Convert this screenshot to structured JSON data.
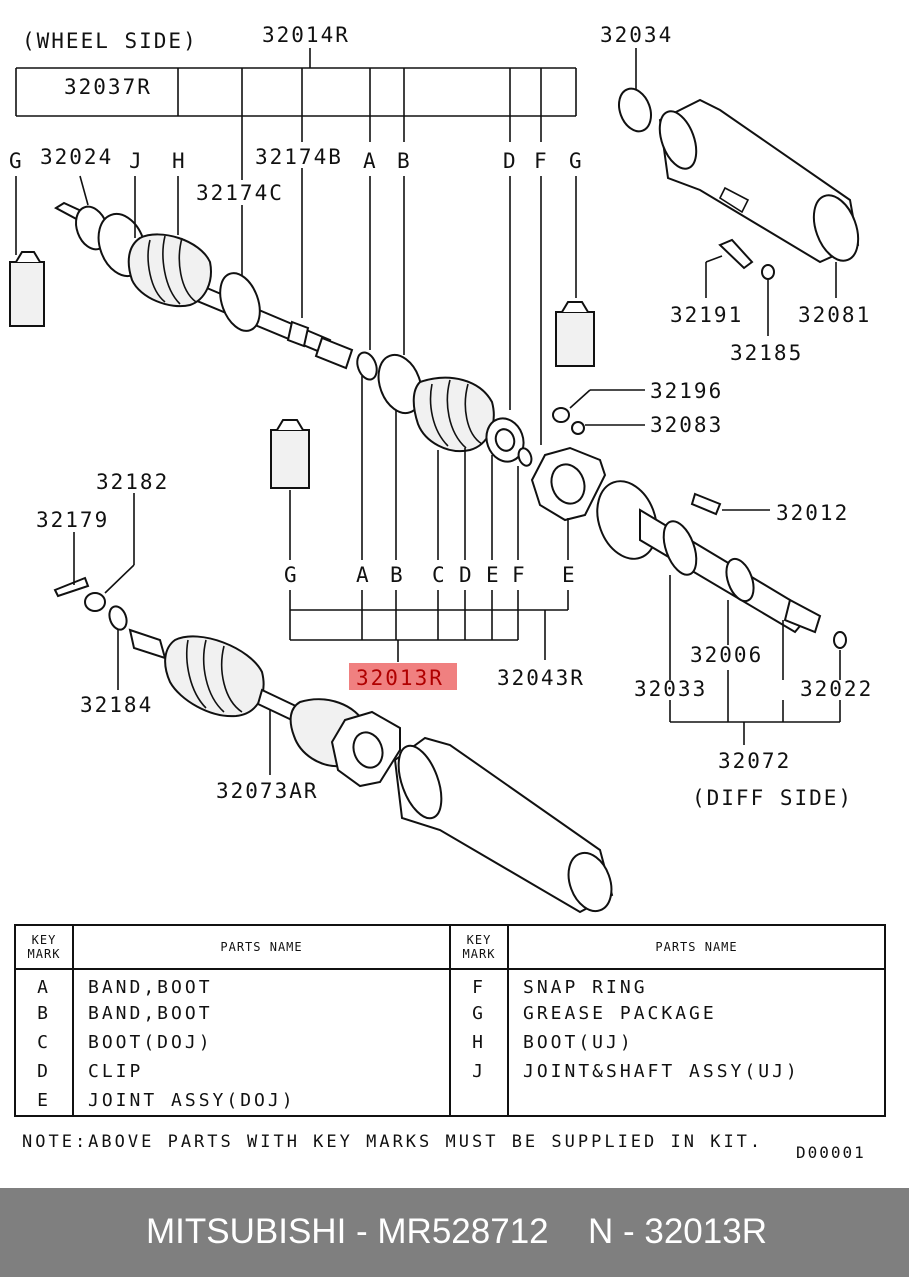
{
  "diagram": {
    "side_wheel": "(WHEEL SIDE)",
    "side_diff": "(DIFF SIDE)",
    "highlighted_part": "32013R",
    "highlight_color": "#f08080",
    "labels": {
      "p32014R": "32014R",
      "p32037R": "32037R",
      "p32024": "32024",
      "p32174B": "32174B",
      "p32174C": "32174C",
      "p32034": "32034",
      "p32191": "32191",
      "p32081": "32081",
      "p32185": "32185",
      "p32196": "32196",
      "p32083": "32083",
      "p32012": "32012",
      "p32182": "32182",
      "p32179": "32179",
      "p32184": "32184",
      "p32043R": "32043R",
      "p32006": "32006",
      "p32033": "32033",
      "p32022": "32022",
      "p32072": "32072",
      "p32073AR": "32073AR"
    },
    "top_marks": [
      "G",
      "J",
      "H",
      "A",
      "B",
      "D",
      "F",
      "G"
    ],
    "bottom_marks": [
      "G",
      "A",
      "B",
      "C",
      "D",
      "E",
      "F",
      "E"
    ]
  },
  "table": {
    "header_key_mark": [
      "KEY",
      "MARK"
    ],
    "header_parts_name": "PARTS NAME",
    "rows": [
      {
        "lk": "A",
        "ln": "BAND,BOOT",
        "rk": "F",
        "rn": "SNAP RING"
      },
      {
        "lk": "B",
        "ln": "BAND,BOOT",
        "rk": "G",
        "rn": "GREASE PACKAGE"
      },
      {
        "lk": "C",
        "ln": "BOOT(DOJ)",
        "rk": "H",
        "rn": "BOOT(UJ)"
      },
      {
        "lk": "D",
        "ln": "CLIP",
        "rk": "J",
        "rn": "JOINT&SHAFT ASSY(UJ)"
      },
      {
        "lk": "E",
        "ln": "JOINT ASSY(DOJ)",
        "rk": "",
        "rn": ""
      }
    ]
  },
  "note": "NOTE:ABOVE PARTS WITH KEY MARKS MUST BE SUPPLIED IN KIT.",
  "drawing_code": "D00001",
  "footer": {
    "brand_part": "MITSUBISHI - MR528712",
    "reference": "N - 32013R",
    "background": "#7f7f7f"
  }
}
